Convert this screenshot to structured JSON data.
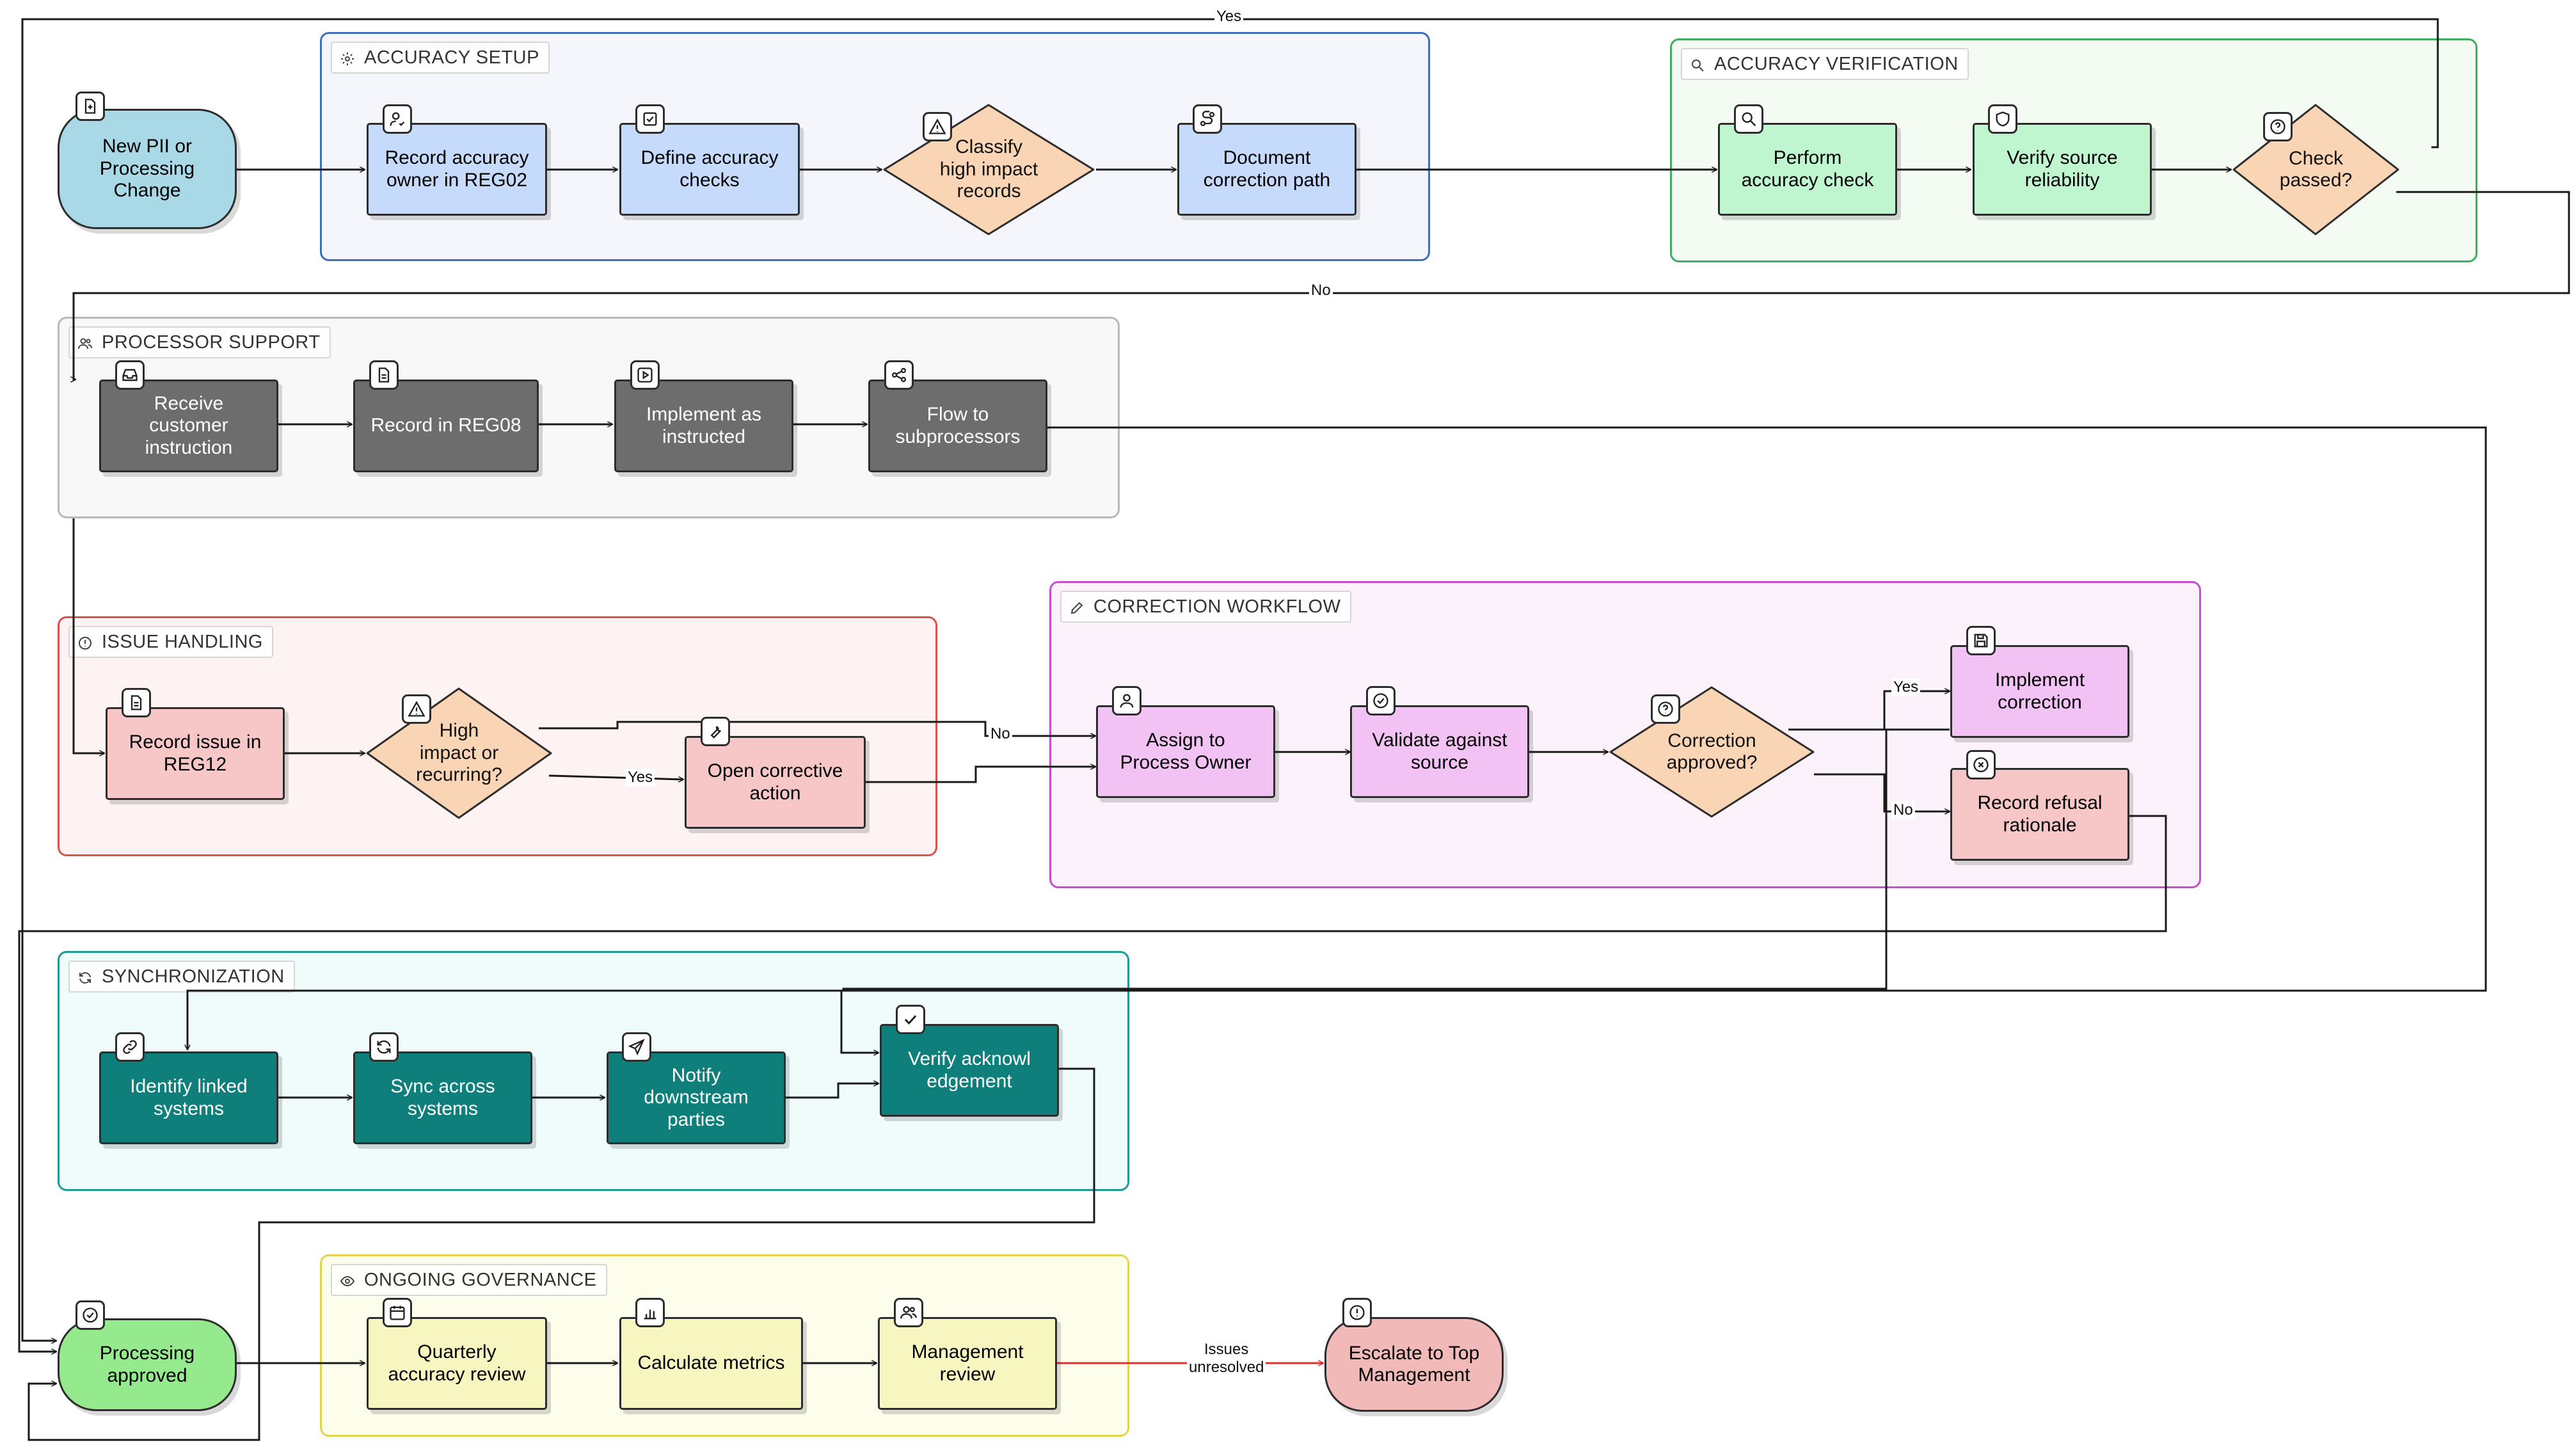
{
  "colors": {
    "blue": "#c6dafc",
    "peach": "#fad5b5",
    "green_node": "#bff5cf",
    "gray_node": "#6d6d6d",
    "pink": "#f7c6c6",
    "violet": "#f3c2f5",
    "teal": "#0f7f7b",
    "yellow": "#f7f6c1",
    "start_blue": "#a9d9e6",
    "end_green": "#95ea8e",
    "escalate_red": "#f2b9b9",
    "red_edge": "#e03131"
  },
  "groups": {
    "setup": "ACCURACY SETUP",
    "verification": "ACCURACY VERIFICATION",
    "processor": "PROCESSOR SUPPORT",
    "issue": "ISSUE HANDLING",
    "correction": "CORRECTION WORKFLOW",
    "sync": "SYNCHRONIZATION",
    "governance": "ONGOING GOVERNANCE"
  },
  "nodes": {
    "start": "New PII or\nProcessing\nChange",
    "record_owner": "Record accuracy\nowner in REG02",
    "define_checks": "Define accuracy\nchecks",
    "classify": "Classify\nhigh impact\nrecords",
    "document_path": "Document\ncorrection path",
    "perform_check": "Perform\naccuracy check",
    "verify_source": "Verify source\nreliability",
    "check_passed": "Check\npassed?",
    "receive_instruction": "Receive\ncustomer\ninstruction",
    "record_reg08": "Record in REG08",
    "implement_instructed": "Implement as\ninstructed",
    "flow_sub": "Flow to\nsubprocessors",
    "record_issue": "Record issue in\nREG12",
    "high_impact": "High\nimpact or\nrecurring?",
    "open_corrective": "Open corrective\naction",
    "assign_owner": "Assign to\nProcess Owner",
    "validate_source": "Validate against\nsource",
    "correction_approved": "Correction\napproved?",
    "implement_correction": "Implement\ncorrection",
    "record_refusal": "Record refusal\nrationale",
    "identify_linked": "Identify linked\nsystems",
    "sync_systems": "Sync across\nsystems",
    "notify_parties": "Notify\ndownstream\nparties",
    "verify_ack": "Verify acknowl\nedgement",
    "processing_approved": "Processing\napproved",
    "quarterly_review": "Quarterly\naccuracy review",
    "calc_metrics": "Calculate metrics",
    "mgmt_review": "Management\nreview",
    "escalate": "Escalate to Top\nManagement"
  },
  "edge_labels": {
    "yes_top": "Yes",
    "no_top": "No",
    "no_issue": "No",
    "yes_issue": "Yes",
    "yes_correction": "Yes",
    "no_correction": "No",
    "issues_unresolved": "Issues\nunresolved"
  }
}
